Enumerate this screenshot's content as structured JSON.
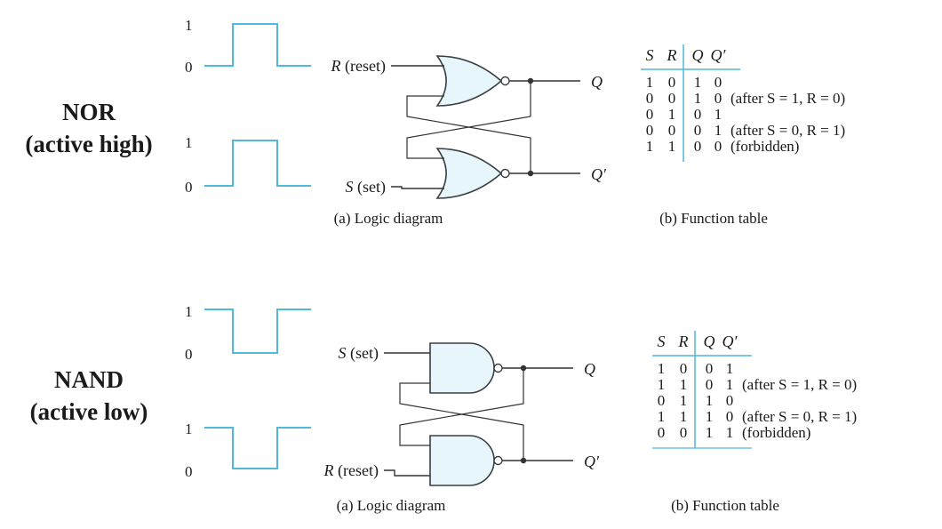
{
  "sections": [
    {
      "id": "nor",
      "title": "NOR",
      "subtitle": "(active high)",
      "gate": "NOR",
      "top_input": {
        "name": "R",
        "label": " (reset)"
      },
      "bottom_input": {
        "name": "S",
        "label": " (set)"
      },
      "waveform": "pulse-high",
      "level_high": "1",
      "level_low": "0",
      "output_top": "Q",
      "output_bottom": "Q′",
      "diagram_caption": "(a) Logic diagram",
      "table_caption": "(b) Function table",
      "table_header": [
        "S",
        "R",
        "Q",
        "Q′"
      ],
      "table_rows": [
        {
          "s": "1",
          "r": "0",
          "q": "1",
          "qn": "0",
          "note": ""
        },
        {
          "s": "0",
          "r": "0",
          "q": "1",
          "qn": "0",
          "note": "(after S = 1, R = 0)"
        },
        {
          "s": "0",
          "r": "1",
          "q": "0",
          "qn": "1",
          "note": ""
        },
        {
          "s": "0",
          "r": "0",
          "q": "0",
          "qn": "1",
          "note": "(after S = 0, R = 1)"
        },
        {
          "s": "1",
          "r": "1",
          "q": "0",
          "qn": "0",
          "note": "(forbidden)"
        }
      ]
    },
    {
      "id": "nand",
      "title": "NAND",
      "subtitle": "(active low)",
      "gate": "NAND",
      "top_input": {
        "name": "S",
        "label": " (set)"
      },
      "bottom_input": {
        "name": "R",
        "label": " (reset)"
      },
      "waveform": "pulse-low",
      "level_high": "1",
      "level_low": "0",
      "output_top": "Q",
      "output_bottom": "Q′",
      "diagram_caption": "(a) Logic diagram",
      "table_caption": "(b) Function table",
      "table_header": [
        "S",
        "R",
        "Q",
        "Q′"
      ],
      "table_rows": [
        {
          "s": "1",
          "r": "0",
          "q": "0",
          "qn": "1",
          "note": ""
        },
        {
          "s": "1",
          "r": "1",
          "q": "0",
          "qn": "1",
          "note": "(after S = 1, R = 0)"
        },
        {
          "s": "0",
          "r": "1",
          "q": "1",
          "qn": "0",
          "note": ""
        },
        {
          "s": "1",
          "r": "1",
          "q": "1",
          "qn": "0",
          "note": "(after S = 0, R = 1)"
        },
        {
          "s": "0",
          "r": "0",
          "q": "1",
          "qn": "1",
          "note": "(forbidden)"
        }
      ]
    }
  ],
  "colors": {
    "waveform": "#4fb8dc",
    "gate_fill": "#e6f6fa",
    "gate_stroke": "#3a3f45",
    "wire": "#333333",
    "table_rule": "#4fb8dc",
    "text": "#1a1a1a"
  }
}
